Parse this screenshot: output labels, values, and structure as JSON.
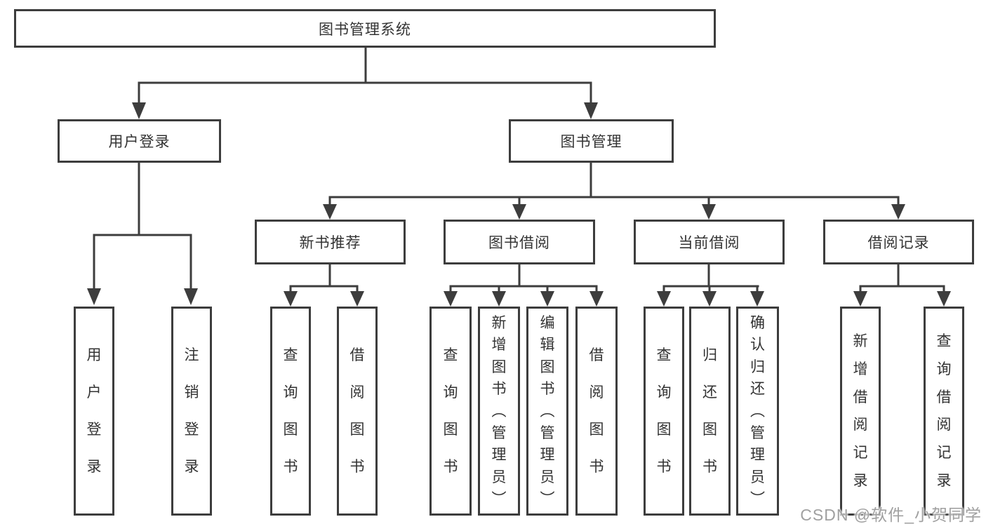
{
  "tree": {
    "label": "图书管理系统",
    "children": [
      {
        "label": "用户登录",
        "children": [
          {
            "label": "用户登录"
          },
          {
            "label": "注销登录"
          }
        ]
      },
      {
        "label": "图书管理",
        "children": [
          {
            "label": "新书推荐",
            "children": [
              {
                "label": "查询图书"
              },
              {
                "label": "借阅图书"
              }
            ]
          },
          {
            "label": "图书借阅",
            "children": [
              {
                "label": "查询图书"
              },
              {
                "label": "新增图书（管理员）"
              },
              {
                "label": "编辑图书（管理员）"
              },
              {
                "label": "借阅图书"
              }
            ]
          },
          {
            "label": "当前借阅",
            "children": [
              {
                "label": "查询图书"
              },
              {
                "label": "归还图书"
              },
              {
                "label": "确认归还（管理员）"
              }
            ]
          },
          {
            "label": "借阅记录",
            "children": [
              {
                "label": "新增借阅记录"
              },
              {
                "label": "查询借阅记录"
              }
            ]
          }
        ]
      }
    ]
  },
  "watermark": "CSDN @软件_小贺同学",
  "colors": {
    "line": "#3d3d3d",
    "text": "#333333",
    "background": "#ffffff",
    "watermark": "#a0a0a0"
  }
}
